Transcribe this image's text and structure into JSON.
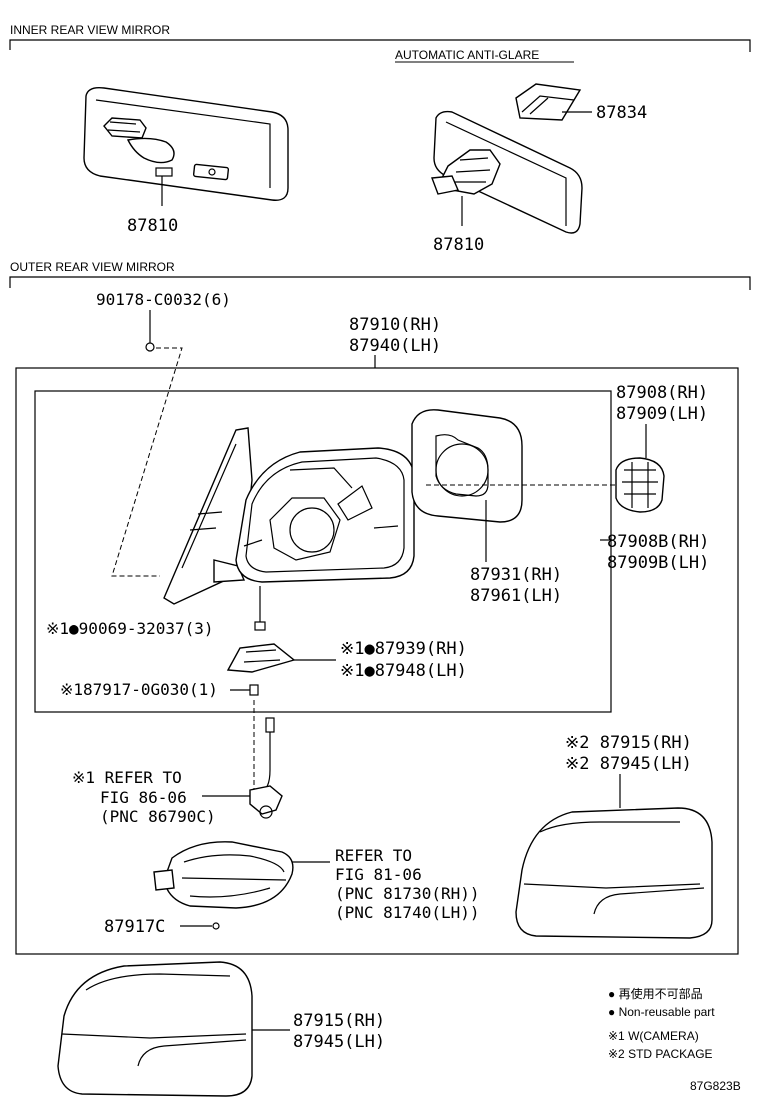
{
  "sections": {
    "inner_title": "INNER REAR VIEW MIRROR",
    "anti_glare": "AUTOMATIC ANTI-GLARE",
    "outer_title": "OUTER REAR VIEW MIRROR"
  },
  "parts": {
    "p87810_a": "87810",
    "p87810_b": "87810",
    "p87834": "87834",
    "bolt_top": "90178-C0032(6)",
    "assy_rh": "87910(RH)",
    "assy_lh": "87940(LH)",
    "motor_rh": "87908(RH)",
    "motor_lh": "87909(LH)",
    "motorb_rh": "87908B(RH)",
    "motorb_lh": "87909B(LH)",
    "glass_rh": "87931(RH)",
    "glass_lh": "87961(LH)",
    "screw": "※1●90069-32037(3)",
    "bracket_rh": "※1●87939(RH)",
    "bracket_lh": "※1●87948(LH)",
    "clip": "※187917-0G030(1)",
    "cover_std_rh": "※2 87915(RH)",
    "cover_std_lh": "※2 87945(LH)",
    "camera_ref1": "※1 REFER TO",
    "camera_ref2": "FIG 86-06",
    "camera_ref3": "(PNC 86790C)",
    "lamp_ref1": "REFER TO",
    "lamp_ref2": "FIG 81-06",
    "lamp_ref3": "(PNC 81730(RH))",
    "lamp_ref4": "(PNC 81740(LH))",
    "p87917c": "87917C",
    "cover_rh": "87915(RH)",
    "cover_lh": "87945(LH)"
  },
  "legend": {
    "l1": "● 再使用不可部品",
    "l2": "● Non-reusable part",
    "l3": "※1 W(CAMERA)",
    "l4": "※2 STD PACKAGE"
  },
  "figure_id": "87G823B"
}
